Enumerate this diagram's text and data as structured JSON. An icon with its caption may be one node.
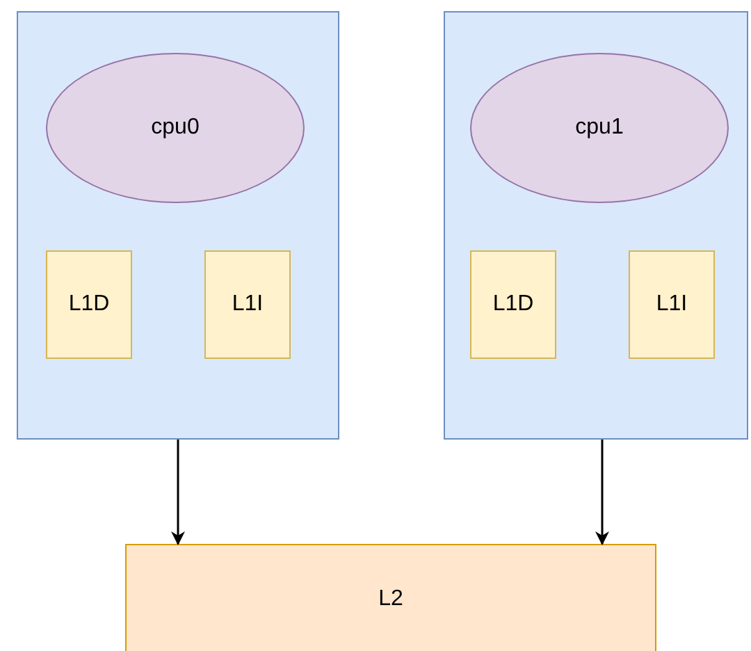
{
  "diagram": {
    "nodes": [
      {
        "text": [],
        "shape": "box"
      },
      {
        "text": [
          "cpu0"
        ],
        "in": 0
      },
      {
        "text": [
          "L1D"
        ],
        "in": 0
      },
      {
        "text": [
          "L1I"
        ],
        "in": 0
      },
      {
        "text": [],
        "shape": "box"
      },
      {
        "text": [
          "cpu1"
        ],
        "in": 4
      },
      {
        "text": [
          "L1D"
        ],
        "in": 4
      },
      {
        "text": [
          "L1I"
        ],
        "in": 4
      },
      {
        "text": [
          "L2"
        ]
      }
    ],
    "edges": [
      {
        "from": 0,
        "to": 8,
        "arrow": "to"
      },
      {
        "from": 4,
        "to": 8,
        "arrow": "to"
      }
    ]
  }
}
